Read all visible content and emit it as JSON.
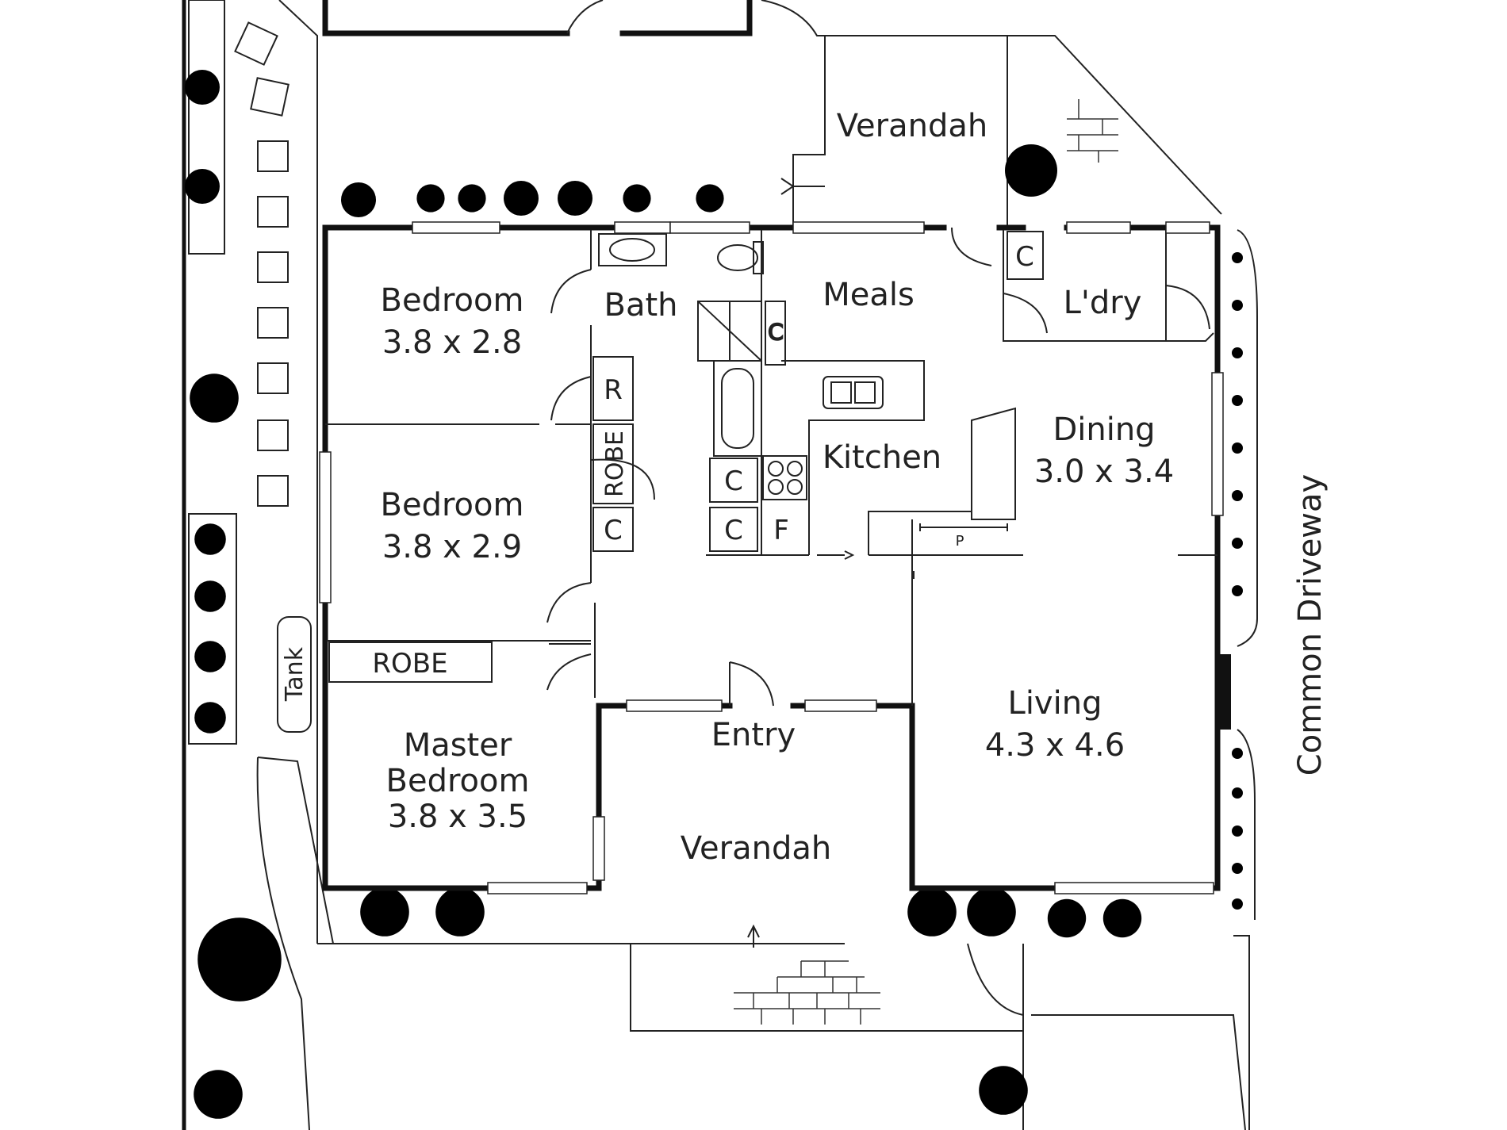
{
  "rooms": {
    "verandah_rear": "Verandah",
    "bedroom_1": {
      "name": "Bedroom",
      "size": "3.8 x 2.8"
    },
    "bedroom_2": {
      "name": "Bedroom",
      "size": "3.8 x 2.9"
    },
    "bath": "Bath",
    "meals": "Meals",
    "laundry": "L'dry",
    "kitchen": "Kitchen",
    "dining": {
      "name": "Dining",
      "size": "3.0 x 3.4"
    },
    "master": {
      "name1": "Master",
      "name2": "Bedroom",
      "size": "3.8 x 3.5"
    },
    "entry": "Entry",
    "verandah_front": "Verandah",
    "living": {
      "name": "Living",
      "size": "4.3 x 4.6"
    }
  },
  "fixtures": {
    "robe": "ROBE",
    "robe_master": "ROBE",
    "cupboard": "C",
    "robe_r": "R",
    "fridge": "F",
    "pantry": "P",
    "tank": "Tank"
  },
  "site": {
    "driveway": "Common Driveway"
  }
}
